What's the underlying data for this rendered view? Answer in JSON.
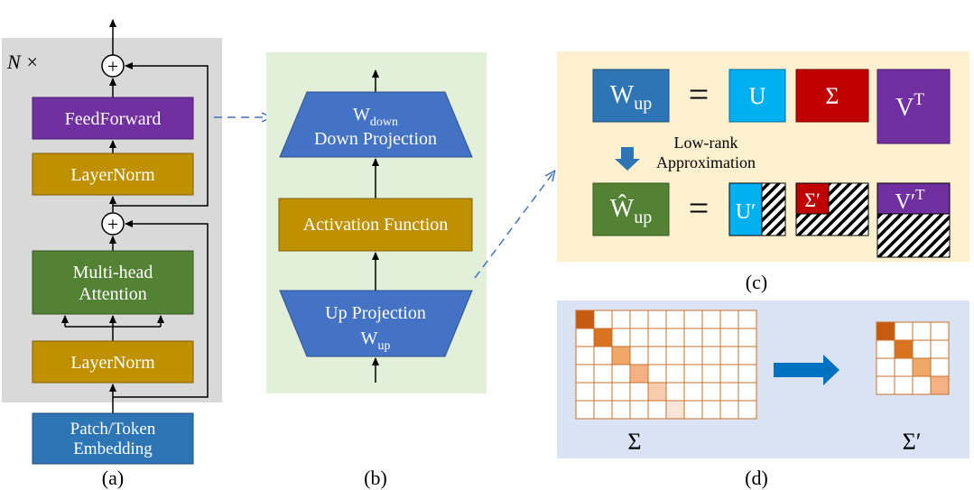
{
  "panel_a": {
    "repeat_label": "N ×",
    "feedforward": "FeedForward",
    "layernorm_top": "LayerNorm",
    "attention_line1": "Multi-head",
    "attention_line2": "Attention",
    "layernorm_bottom": "LayerNorm",
    "embedding_line1": "Patch/Token",
    "embedding_line2": "Embedding",
    "caption": "(a)",
    "plus_symbol": "+"
  },
  "panel_b": {
    "down_main": "W",
    "down_sub": "down",
    "down_line2": "Down Projection",
    "activation": "Activation Function",
    "up_line1": "Up Projection",
    "up_main": "W",
    "up_sub": "up",
    "caption": "(b)"
  },
  "panel_c": {
    "w_main": "W",
    "w_sub": "up",
    "equals": "=",
    "u": "U",
    "sigma": "Σ",
    "v_main": "V",
    "v_sup": "T",
    "arrow_line1": "Low-rank",
    "arrow_line2": "Approximation",
    "what_main": "Ŵ",
    "what_sub": "up",
    "u_prime": "U′",
    "sigma_prime": "Σ′",
    "vprime_main": "V′",
    "vprime_sup": "T",
    "caption": "(c)"
  },
  "panel_d": {
    "sigma_label": "Σ",
    "sigma_prime_label": "Σ′",
    "caption": "(d)"
  },
  "colors": {
    "gray_panel": "#d9d9d9",
    "green_panel": "#e2efd9",
    "yellow_panel": "#fdf0cf",
    "blue_panel": "#dae3f3",
    "purple": "#7030a0",
    "gold": "#bf9000",
    "green": "#548235",
    "blue": "#2e75b6",
    "cyan": "#00b0f0",
    "red": "#c00000",
    "orange_dark": "#c55a11",
    "orange_grid": "#c8702a"
  },
  "diagonal_grid": {
    "big_shades": [
      "#c55a11",
      "#d9731f",
      "#f0a868",
      "#f4b183",
      "#f8cbad",
      "#fbe5d6"
    ],
    "small_shades": [
      "#c55a11",
      "#d9731f",
      "#f0a868",
      "#f4b183"
    ]
  }
}
